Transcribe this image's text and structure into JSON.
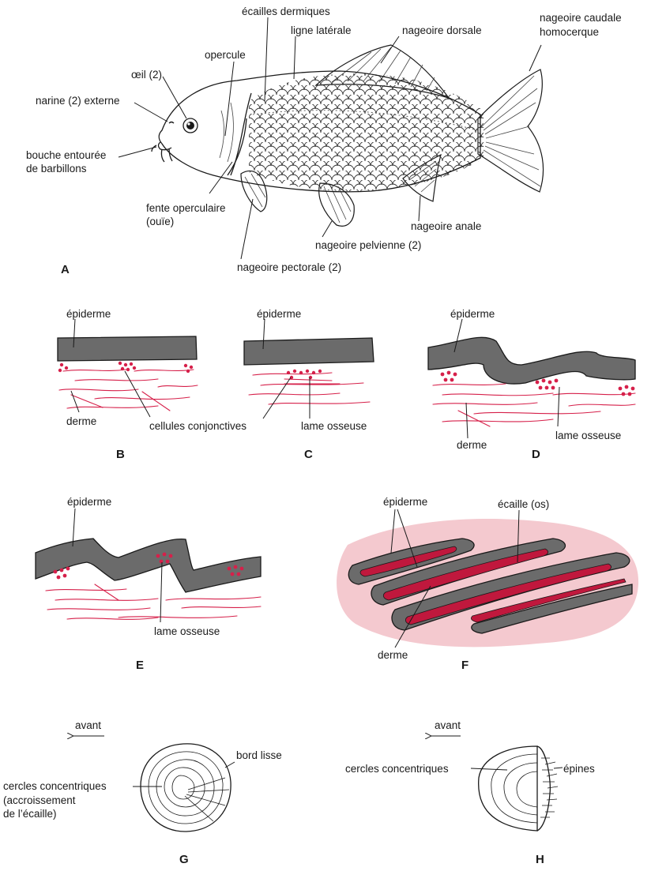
{
  "panels": {
    "A": {
      "letter": "A",
      "labels": {
        "ecailles_dermiques": "écailles dermiques",
        "ligne_laterale": "ligne latérale",
        "nageoire_dorsale": "nageoire dorsale",
        "nageoire_caudale_1": "nageoire caudale",
        "nageoire_caudale_2": "homocerque",
        "opercule": "opercule",
        "oeil": "œil (2)",
        "narine": "narine (2) externe",
        "bouche_1": "bouche entourée",
        "bouche_2": "de barbillons",
        "fente_1": "fente operculaire",
        "fente_2": "(ouïe)",
        "nageoire_pectorale": "nageoire pectorale (2)",
        "nageoire_pelvienne": "nageoire pelvienne (2)",
        "nageoire_anale": "nageoire anale"
      }
    },
    "B": {
      "letter": "B",
      "labels": {
        "epiderme": "épiderme",
        "derme": "derme",
        "cellules": "cellules conjonctives"
      }
    },
    "C": {
      "letter": "C",
      "labels": {
        "epiderme": "épiderme",
        "lame": "lame osseuse"
      }
    },
    "D": {
      "letter": "D",
      "labels": {
        "epiderme": "épiderme",
        "derme": "derme",
        "lame": "lame osseuse"
      }
    },
    "E": {
      "letter": "E",
      "labels": {
        "epiderme": "épiderme",
        "lame": "lame osseuse"
      }
    },
    "F": {
      "letter": "F",
      "labels": {
        "epiderme": "épiderme",
        "ecaille": "écaille (os)",
        "derme": "derme"
      }
    },
    "G": {
      "letter": "G",
      "labels": {
        "avant": "avant",
        "bord_lisse": "bord lisse",
        "cercles_1": "cercles concentriques",
        "cercles_2": "(accroissement",
        "cercles_3": "de l’écaille)"
      }
    },
    "H": {
      "letter": "H",
      "labels": {
        "avant": "avant",
        "cercles": "cercles concentriques",
        "epines": "épines"
      }
    }
  },
  "colors": {
    "epidermis": "#6b6b6b",
    "dermis_fibres": "#d6204a",
    "dermis_wash": "#f4c9cf",
    "bone": "#c0183d"
  }
}
